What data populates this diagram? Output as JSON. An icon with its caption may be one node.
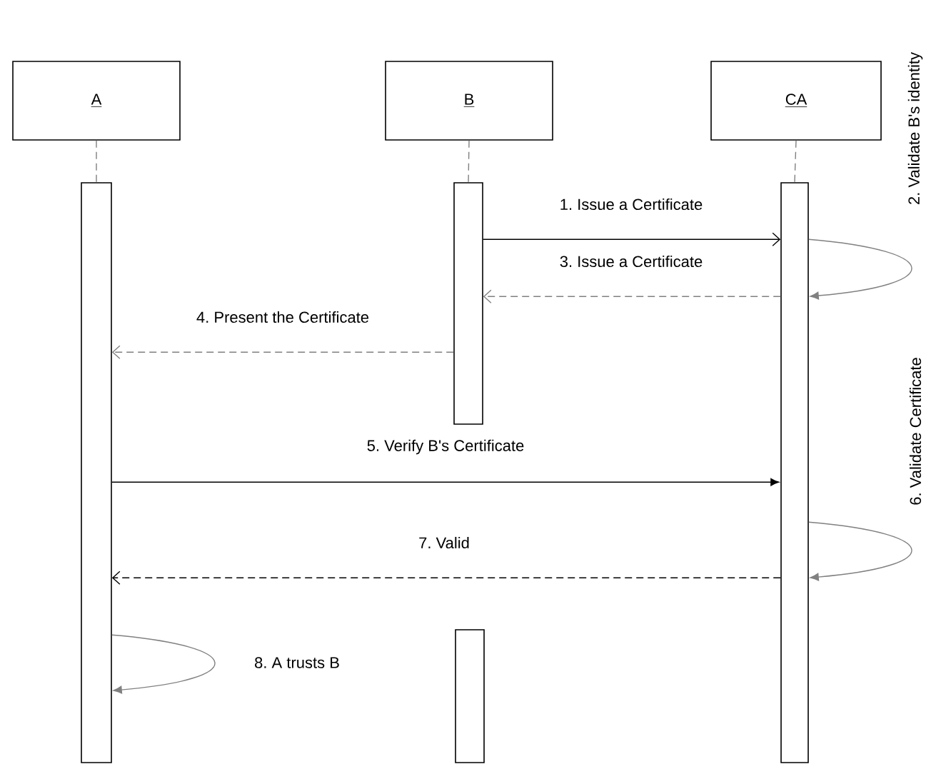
{
  "diagram": {
    "nodes": [
      {
        "text": [
          "A"
        ]
      },
      {
        "text": [
          "B"
        ]
      },
      {
        "text": [
          "CA"
        ]
      },
      {
        "text": [],
        "shape": "bar"
      },
      {
        "text": [],
        "shape": "bar"
      },
      {
        "text": [],
        "shape": "bar"
      },
      {
        "text": [],
        "shape": "bar"
      }
    ],
    "edges": [
      {
        "from": 4,
        "to": 5,
        "arrow": "to",
        "label": "1. Issue a Certificate",
        "color": "#000000"
      },
      {
        "from": 5,
        "to": 5,
        "arrow": "to",
        "label": "2. Validate B's identity"
      },
      {
        "from": 5,
        "to": 4,
        "arrow": "to",
        "label": "3. Issue a Certificate",
        "style": "dashed"
      },
      {
        "from": 4,
        "to": 3,
        "arrow": "to",
        "label": "4. Present the Certificate",
        "style": "dashed"
      },
      {
        "from": 3,
        "to": 5,
        "arrow": "to",
        "label": "5. Verify B's Certificate",
        "color": "#000000"
      },
      {
        "from": 5,
        "to": 5,
        "arrow": "to",
        "label": "6. Validate Certificate"
      },
      {
        "from": 5,
        "to": 3,
        "arrow": "to",
        "label": "7. Valid",
        "style": "dashed",
        "color": "#000000"
      },
      {
        "from": 3,
        "to": 3,
        "arrow": "to",
        "label": "8. A trusts B"
      },
      {
        "from": 0,
        "to": 3,
        "arrow": "none",
        "style": "dashed"
      },
      {
        "from": 1,
        "to": 4,
        "arrow": "none",
        "style": "dashed"
      },
      {
        "from": 2,
        "to": 5,
        "arrow": "none",
        "style": "dashed"
      }
    ]
  }
}
